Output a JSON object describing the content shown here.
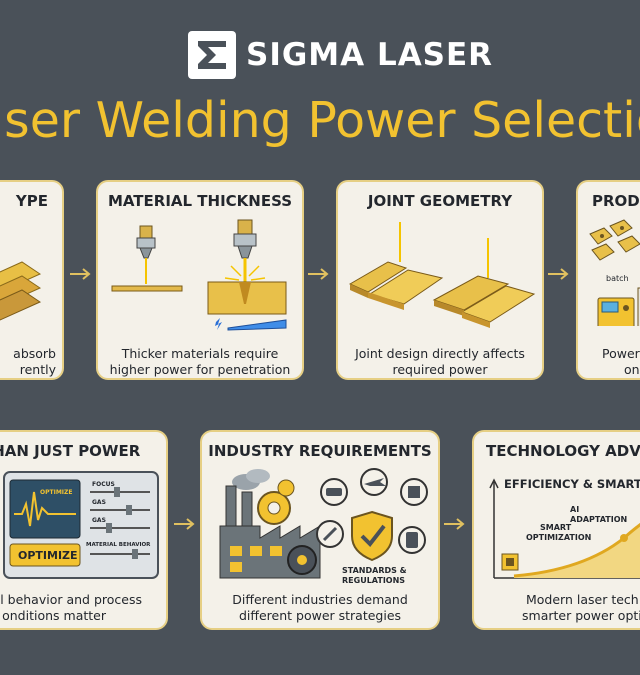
{
  "logo": {
    "text": "SIGMA LASER",
    "icon": "sigma-logo-icon"
  },
  "title": "aser Welding Power Selectio",
  "cards": {
    "material_type": {
      "title": "YPE",
      "caption_lines": [
        "absorb",
        "rently"
      ]
    },
    "material_thickness": {
      "title": "MATERIAL THICKNESS",
      "caption_lines": [
        "Thicker materials require",
        "higher power for penetration"
      ]
    },
    "joint_geometry": {
      "title": "JOINT GEOMETRY",
      "caption_lines": [
        "Joint design directly affects",
        "required power"
      ]
    },
    "production": {
      "title": "PRODU",
      "batch_label": "batch",
      "caption_lines": [
        "Power",
        "on p"
      ]
    },
    "more_than_power": {
      "title": "THAN JUST POWER",
      "screen_label": "OPTIMIZE",
      "optimize_button": "OPTIMIZE",
      "slider_labels": [
        "FOCUS",
        "GAS",
        "GAS",
        "MATERIAL BEHAVIOR"
      ],
      "caption_lines": [
        "l behavior and process",
        "onditions matter"
      ]
    },
    "industry_requirements": {
      "title": "INDUSTRY REQUIREMENTS",
      "standards_lines": [
        "STANDARDS &",
        "REGULATIONS"
      ],
      "caption_lines": [
        "Different industries demand",
        "different power strategies"
      ]
    },
    "technology": {
      "title": "TECHNOLOGY ADVAN",
      "subtitle": "EFFICIENCY & SMARTS",
      "ai_lines": [
        "AI",
        "ADAPTATION"
      ],
      "smart_lines": [
        "SMART",
        "OPTIMIZATION"
      ],
      "caption_lines": [
        "Modern laser tech e",
        "smarter power optim"
      ]
    }
  },
  "colors": {
    "background": "#4a5159",
    "accent": "#f2c230",
    "card": "#f4f1e9",
    "card_border": "#e6cf84"
  }
}
